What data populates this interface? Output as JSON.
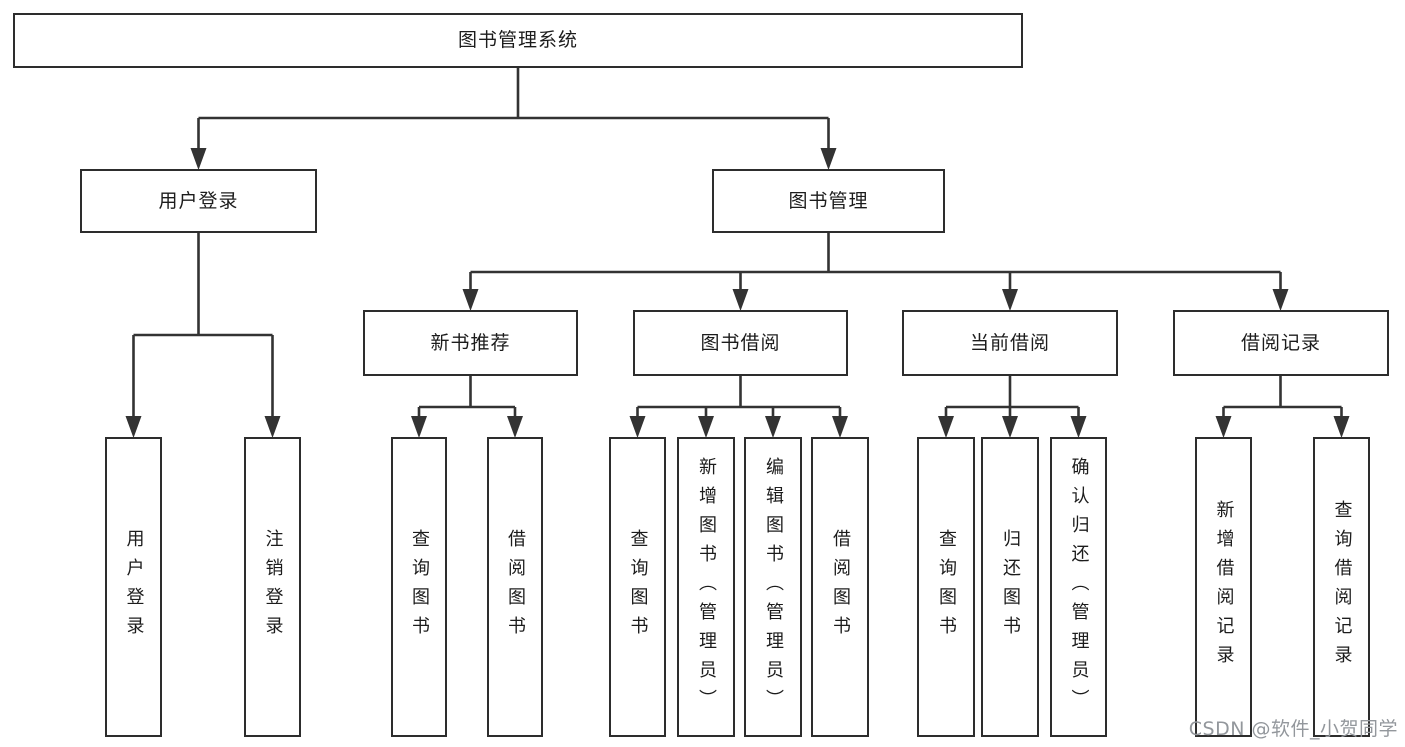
{
  "page": {
    "background": "#ffffff"
  },
  "colors": {
    "line": "#333333",
    "box_border": "#2d2d2d",
    "box_fill": "#ffffff",
    "text": "#1c1c1c",
    "watermark_text": "#93979c"
  },
  "watermark": {
    "text": "CSDN @软件_小贺同学"
  },
  "tree": {
    "label": "图书管理系统",
    "children": [
      {
        "label": "用户登录",
        "children": [
          {
            "label": "用户登录"
          },
          {
            "label": "注销登录"
          }
        ]
      },
      {
        "label": "图书管理",
        "children": [
          {
            "label": "新书推荐",
            "children": [
              {
                "label": "查询图书"
              },
              {
                "label": "借阅图书"
              }
            ]
          },
          {
            "label": "图书借阅",
            "children": [
              {
                "label": "查询图书"
              },
              {
                "label": "新增图书（管理员）"
              },
              {
                "label": "编辑图书（管理员）"
              },
              {
                "label": "借阅图书"
              }
            ]
          },
          {
            "label": "当前借阅",
            "children": [
              {
                "label": "查询图书"
              },
              {
                "label": "归还图书"
              },
              {
                "label": "确认归还（管理员）"
              }
            ]
          },
          {
            "label": "借阅记录",
            "children": [
              {
                "label": "新增借阅记录"
              },
              {
                "label": "查询借阅记录"
              }
            ]
          }
        ]
      }
    ]
  }
}
